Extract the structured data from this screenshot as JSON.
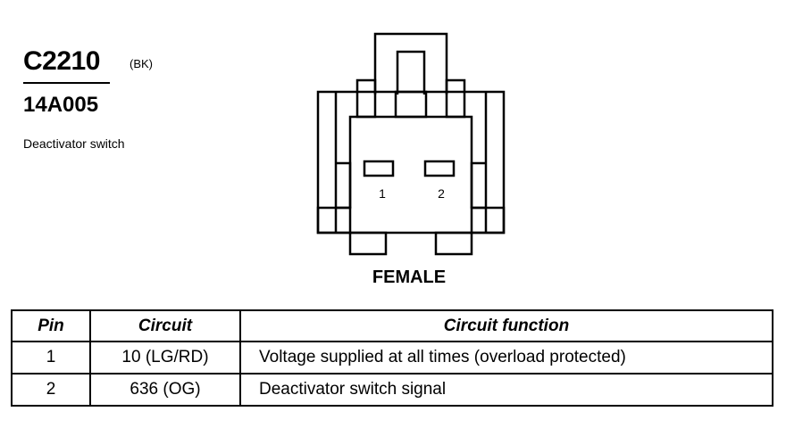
{
  "connector": {
    "id": "C2210",
    "color_code": "(BK)",
    "part_number": "14A005",
    "description": "Deactivator switch",
    "gender": "FEMALE",
    "pin_labels": [
      "1",
      "2"
    ]
  },
  "pin_table": {
    "headers": [
      "Pin",
      "Circuit",
      "Circuit function"
    ],
    "rows": [
      {
        "pin": "1",
        "circuit": "10 (LG/RD)",
        "function": "Voltage supplied at all times (overload protected)"
      },
      {
        "pin": "2",
        "circuit": "636 (OG)",
        "function": "Deactivator switch signal"
      }
    ]
  }
}
